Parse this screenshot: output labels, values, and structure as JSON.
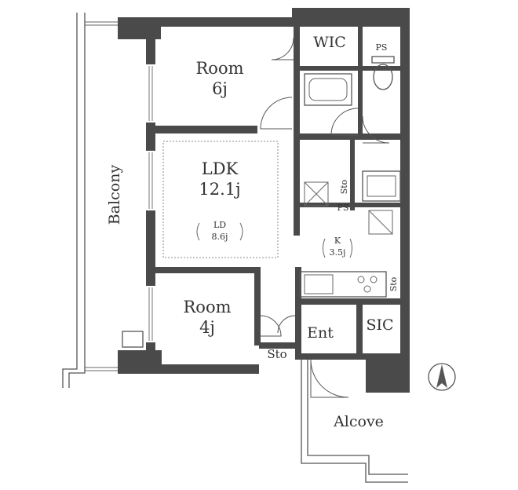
{
  "rooms": {
    "wic": "WIC",
    "ps_top": "PS",
    "room6_name": "Room",
    "room6_size": "6j",
    "ldk_name": "LDK",
    "ldk_size": "12.1j",
    "ld_name": "LD",
    "ld_size": "8.6j",
    "k_name": "K",
    "k_size": "3.5j",
    "room4_name": "Room",
    "room4_size": "4j",
    "balcony": "Balcony",
    "sto_upper": "Sto",
    "ps_mid": "PS",
    "sto_kitchen": "Sto",
    "sto_bottom": "Sto",
    "ent": "Ent",
    "sic": "SIC",
    "alcove": "Alcove"
  },
  "colors": {
    "wall": "#4a4a4a",
    "line": "#555555"
  },
  "icons": [
    "north-arrow-icon"
  ]
}
